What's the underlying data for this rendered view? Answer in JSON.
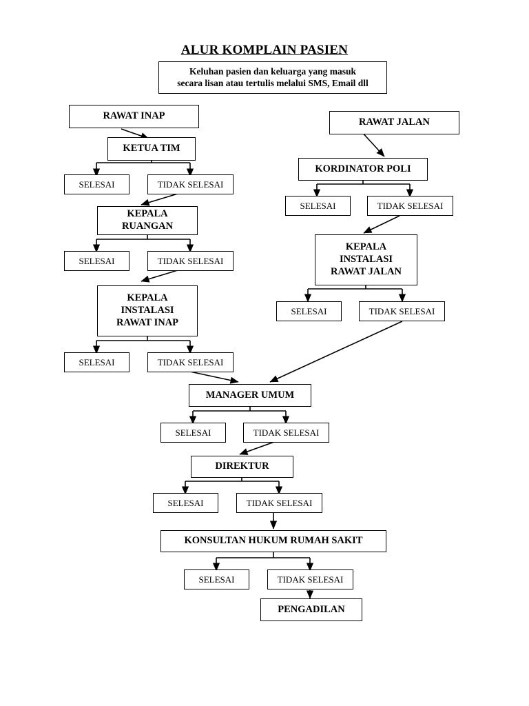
{
  "document": {
    "title": "ALUR KOMPLAIN PASIEN",
    "type": "flowchart"
  },
  "chart_data": {
    "type": "diagram",
    "title": "ALUR KOMPLAIN PASIEN",
    "nodes": [
      {
        "id": "intake",
        "label": "Keluhan pasien dan keluarga yang masuk\nsecara lisan atau tertulis melalui SMS, Email dll"
      },
      {
        "id": "rawat-inap",
        "label": "RAWAT INAP"
      },
      {
        "id": "rawat-jalan",
        "label": "RAWAT JALAN"
      },
      {
        "id": "ketua-tim",
        "label": "KETUA TIM"
      },
      {
        "id": "kordinator-poli",
        "label": "KORDINATOR POLI"
      },
      {
        "id": "selesai-1",
        "label": "SELESAI"
      },
      {
        "id": "tidak-selesai-1",
        "label": "TIDAK SELESAI"
      },
      {
        "id": "selesai-2",
        "label": "SELESAI"
      },
      {
        "id": "tidak-selesai-2",
        "label": "TIDAK SELESAI"
      },
      {
        "id": "kepala-ruangan",
        "label": "KEPALA\nRUANGAN"
      },
      {
        "id": "kepala-instalasi-rawat-jalan",
        "label": "KEPALA\nINSTALASI\nRAWAT JALAN"
      },
      {
        "id": "selesai-3",
        "label": "SELESAI"
      },
      {
        "id": "tidak-selesai-3",
        "label": "TIDAK SELESAI"
      },
      {
        "id": "selesai-4",
        "label": "SELESAI"
      },
      {
        "id": "tidak-selesai-4",
        "label": "TIDAK SELESAI"
      },
      {
        "id": "kepala-instalasi-rawat-inap",
        "label": "KEPALA\nINSTALASI\nRAWAT INAP"
      },
      {
        "id": "selesai-5",
        "label": "SELESAI"
      },
      {
        "id": "tidak-selesai-5",
        "label": "TIDAK SELESAI"
      },
      {
        "id": "manager-umum",
        "label": "MANAGER UMUM"
      },
      {
        "id": "selesai-6",
        "label": "SELESAI"
      },
      {
        "id": "tidak-selesai-6",
        "label": "TIDAK SELESAI"
      },
      {
        "id": "direktur",
        "label": "DIREKTUR"
      },
      {
        "id": "selesai-7",
        "label": "SELESAI"
      },
      {
        "id": "tidak-selesai-7",
        "label": "TIDAK SELESAI"
      },
      {
        "id": "konsultan-hukum",
        "label": "KONSULTAN HUKUM RUMAH SAKIT"
      },
      {
        "id": "selesai-8",
        "label": "SELESAI"
      },
      {
        "id": "tidak-selesai-8",
        "label": "TIDAK SELESAI"
      },
      {
        "id": "pengadilan",
        "label": "PENGADILAN"
      }
    ],
    "edges": [
      {
        "from": "rawat-inap",
        "to": "ketua-tim"
      },
      {
        "from": "rawat-jalan",
        "to": "kordinator-poli"
      },
      {
        "from": "ketua-tim",
        "to": "selesai-1"
      },
      {
        "from": "ketua-tim",
        "to": "tidak-selesai-1"
      },
      {
        "from": "tidak-selesai-1",
        "to": "kepala-ruangan"
      },
      {
        "from": "kordinator-poli",
        "to": "selesai-2"
      },
      {
        "from": "kordinator-poli",
        "to": "tidak-selesai-2"
      },
      {
        "from": "tidak-selesai-2",
        "to": "kepala-instalasi-rawat-jalan"
      },
      {
        "from": "kepala-ruangan",
        "to": "selesai-3"
      },
      {
        "from": "kepala-ruangan",
        "to": "tidak-selesai-3"
      },
      {
        "from": "tidak-selesai-3",
        "to": "kepala-instalasi-rawat-inap"
      },
      {
        "from": "kepala-instalasi-rawat-jalan",
        "to": "selesai-4"
      },
      {
        "from": "kepala-instalasi-rawat-jalan",
        "to": "tidak-selesai-4"
      },
      {
        "from": "tidak-selesai-4",
        "to": "manager-umum"
      },
      {
        "from": "kepala-instalasi-rawat-inap",
        "to": "selesai-5"
      },
      {
        "from": "kepala-instalasi-rawat-inap",
        "to": "tidak-selesai-5"
      },
      {
        "from": "tidak-selesai-5",
        "to": "manager-umum"
      },
      {
        "from": "manager-umum",
        "to": "selesai-6"
      },
      {
        "from": "manager-umum",
        "to": "tidak-selesai-6"
      },
      {
        "from": "tidak-selesai-6",
        "to": "direktur"
      },
      {
        "from": "direktur",
        "to": "selesai-7"
      },
      {
        "from": "direktur",
        "to": "tidak-selesai-7"
      },
      {
        "from": "tidak-selesai-7",
        "to": "konsultan-hukum"
      },
      {
        "from": "konsultan-hukum",
        "to": "selesai-8"
      },
      {
        "from": "konsultan-hukum",
        "to": "tidak-selesai-8"
      },
      {
        "from": "tidak-selesai-8",
        "to": "pengadilan"
      }
    ],
    "colors": {
      "background": "#ffffff",
      "box_border": "#000000",
      "text": "#000000",
      "connector": "#000000"
    }
  }
}
